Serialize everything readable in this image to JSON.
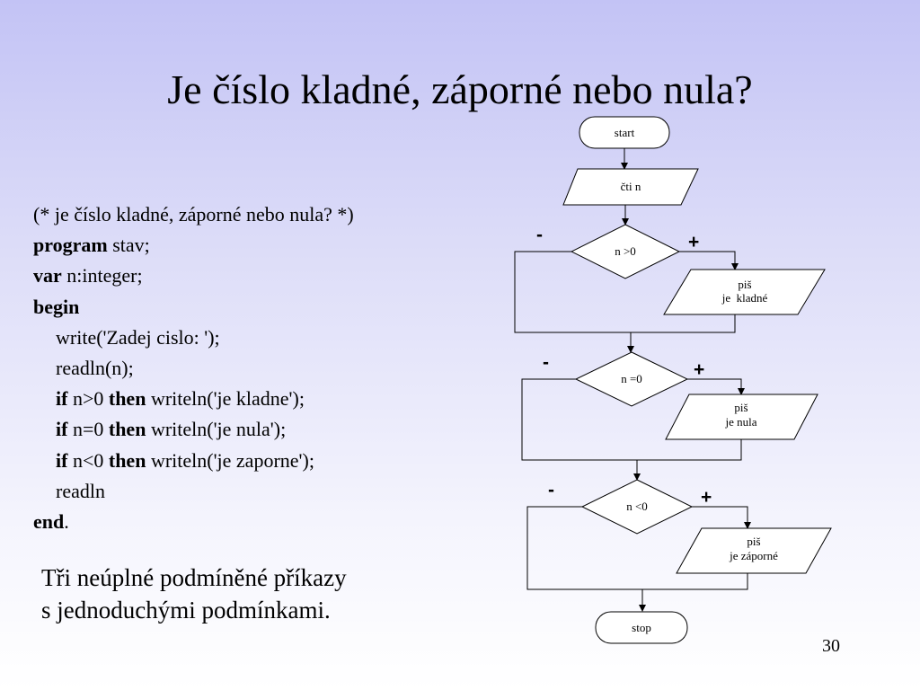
{
  "title": "Je číslo kladné, záporné nebo nula?",
  "code": {
    "lines": [
      {
        "kw": "",
        "text": "(* je číslo kladné, záporné nebo nula? *)"
      },
      {
        "kw": "program",
        "text": " stav;"
      },
      {
        "kw": "var",
        "text": " n:integer;"
      },
      {
        "kw": "begin",
        "text": ""
      },
      {
        "kw": "",
        "text": "write('Zadej cislo: ');"
      },
      {
        "kw": "",
        "text": "readln(n);"
      },
      {
        "parts": [
          {
            "kw": "if"
          },
          {
            "t": " n>0 "
          },
          {
            "kw": "then"
          },
          {
            "t": " writeln('je kladne');"
          }
        ]
      },
      {
        "parts": [
          {
            "kw": "if"
          },
          {
            "t": " n=0 "
          },
          {
            "kw": "then"
          },
          {
            "t": " writeln('je nula');"
          }
        ]
      },
      {
        "parts": [
          {
            "kw": "if"
          },
          {
            "t": " n<0 "
          },
          {
            "kw": "then"
          },
          {
            "t": " writeln('je zaporne');"
          }
        ]
      },
      {
        "kw": "",
        "text": "readln"
      },
      {
        "kw": "end",
        "text": "."
      }
    ]
  },
  "note": {
    "line1": "Tři neúplné podmíněné příkazy",
    "line2": "s jednoduchými podmínkami."
  },
  "page_number": "30",
  "flowchart": {
    "start": "start",
    "input": "čti n",
    "decisions": [
      {
        "condition": "n >0",
        "no": "-",
        "yes": "+",
        "output_line1": "piš",
        "output_line2": "je  kladné"
      },
      {
        "condition": "n =0",
        "no": "-",
        "yes": "+",
        "output_line1": "piš",
        "output_line2": "je nula"
      },
      {
        "condition": "n <0",
        "no": "-",
        "yes": "+",
        "output_line1": "piš",
        "output_line2": "je záporné"
      }
    ],
    "end": "stop"
  }
}
